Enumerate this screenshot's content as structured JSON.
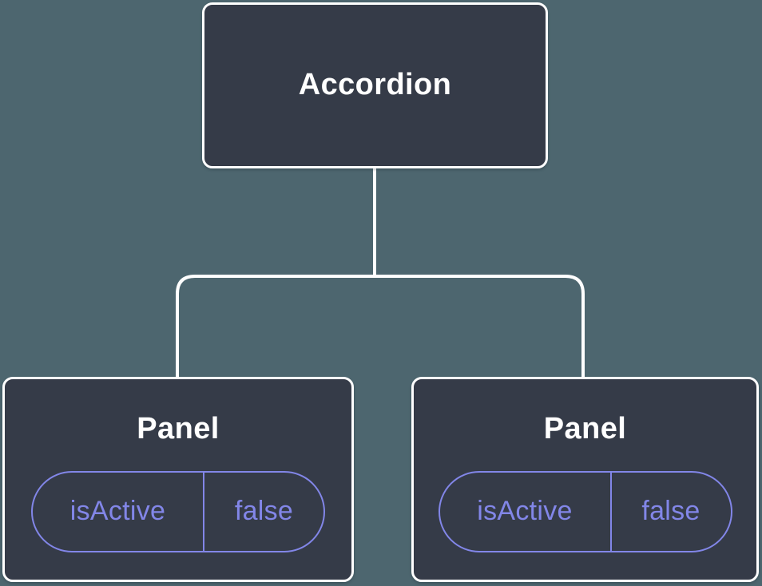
{
  "diagram": {
    "root": {
      "label": "Accordion"
    },
    "children": [
      {
        "label": "Panel",
        "state": {
          "key": "isActive",
          "value": "false"
        }
      },
      {
        "label": "Panel",
        "state": {
          "key": "isActive",
          "value": "false"
        }
      }
    ]
  },
  "colors": {
    "background": "#4d666f",
    "node_fill": "#353b48",
    "node_border": "#ffffff",
    "title_text": "#ffffff",
    "state_accent": "#8286e8",
    "connector": "#ffffff"
  }
}
